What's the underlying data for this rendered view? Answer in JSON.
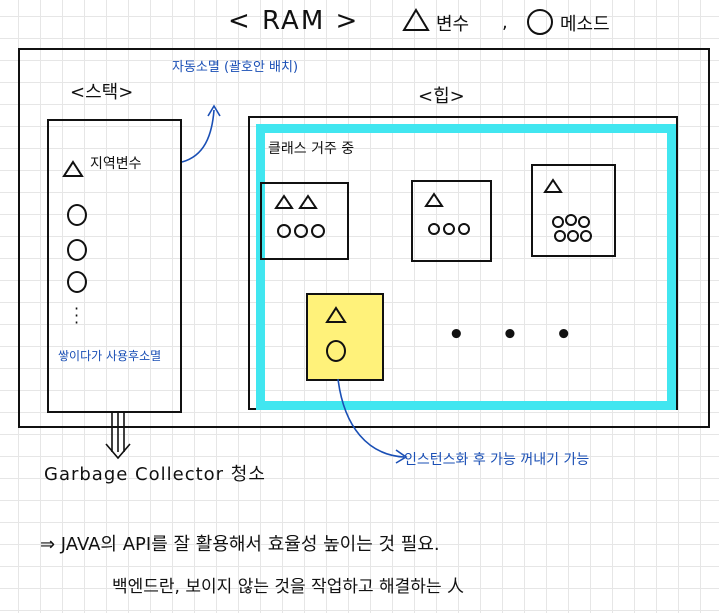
{
  "title": "< RAM >",
  "legend": {
    "variable_label": "변수",
    "separator": ",",
    "method_label": "메소드",
    "variable_icon": "triangle",
    "method_icon": "circle"
  },
  "stack": {
    "label": "<스택>",
    "auto_note": "자동소멸 (괄호안 배치)",
    "local_var_label": "지역변수",
    "bottom_note": "쌓이다가 사용후소멸"
  },
  "heap": {
    "label": "<힙>",
    "class_info": "클래스 거주 중",
    "ellipsis": "• • •",
    "highlight_color": "#41e6f0",
    "instance_color": "#fff27a"
  },
  "gc_label": "Garbage Collector 청소",
  "instance_note": "인스턴스화 후 가능 꺼내기 가능",
  "annotation_color": "#1a4fb5",
  "footer": {
    "line1": "⇒ JAVA의 API를 잘 활용해서 효율성 높이는 것 필요.",
    "line2": "백엔드란, 보이지 않는 것을 작업하고 해결하는 人"
  }
}
